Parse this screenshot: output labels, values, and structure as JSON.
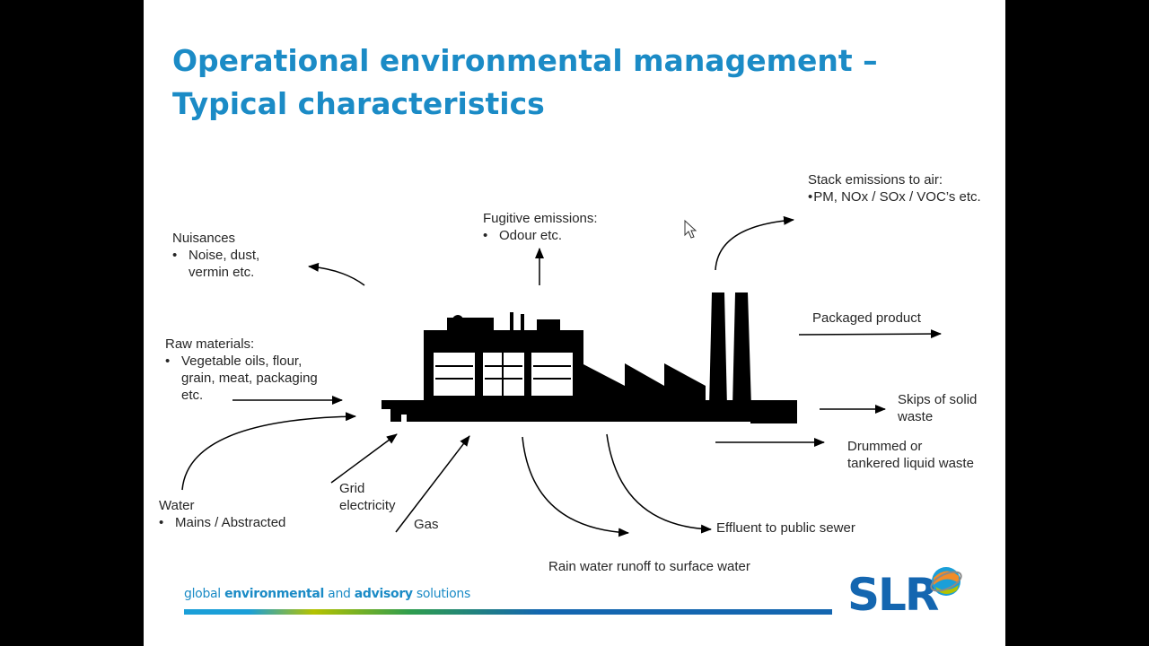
{
  "slide": {
    "title": "Operational environmental management – Typical characteristics"
  },
  "labels": {
    "nuisances": {
      "heading": "Nuisances",
      "items": [
        "Noise, dust,",
        "vermin etc."
      ]
    },
    "fugitive": {
      "heading": "Fugitive emissions:",
      "items": [
        "Odour etc."
      ]
    },
    "stack": {
      "heading": "Stack emissions to air:",
      "items": [
        "PM, NOx / SOx / VOC’s etc."
      ]
    },
    "raw": {
      "heading": "Raw materials:",
      "items": [
        "Vegetable oils, flour,",
        "grain, meat, packaging",
        "etc."
      ]
    },
    "packaged": "Packaged product",
    "skips": [
      "Skips of solid",
      "waste"
    ],
    "drummed": [
      "Drummed or",
      "tankered liquid waste"
    ],
    "water": {
      "heading": "Water",
      "items": [
        "Mains / Abstracted"
      ]
    },
    "grid": [
      "Grid",
      "electricity"
    ],
    "gas": "Gas",
    "effluent": "Effluent to public sewer",
    "rain": "Rain water runoff to surface water"
  },
  "footer": {
    "w1": "global ",
    "w2": "environmental",
    "w3": " and ",
    "w4": "advisory",
    "w5": " solutions",
    "logo": "SLR",
    "colors": [
      "#1b9fd8",
      "#b5c200",
      "#2e9d4f",
      "#1466b0"
    ]
  },
  "icons": [
    "factory-icon",
    "cursor-icon",
    "globe-icon"
  ]
}
